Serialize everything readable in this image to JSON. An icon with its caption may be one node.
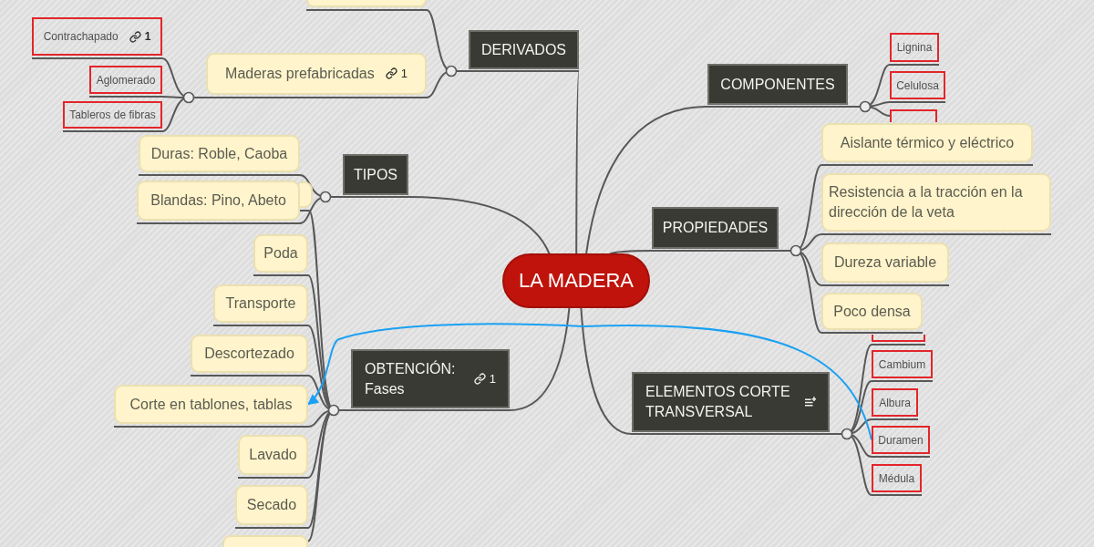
{
  "diagram": {
    "nodes": [
      {
        "text": [
          "LA MADERA"
        ]
      },
      {
        "text": [
          "DERIVADOS"
        ]
      },
      {
        "text": [],
        "shape": "box"
      },
      {
        "text": [
          "Maderas prefabricadas",
          "1"
        ]
      },
      {
        "text": [
          "Contrachapado",
          "1"
        ]
      },
      {
        "text": [
          "Aglomerado"
        ]
      },
      {
        "text": [
          "Tableros de fibras"
        ]
      },
      {
        "text": [
          "COMPONENTES"
        ]
      },
      {
        "text": [
          "Lignina"
        ]
      },
      {
        "text": [
          "Celulosa"
        ]
      },
      {
        "text": [],
        "shape": "box"
      },
      {
        "text": [
          "PROPIEDADES"
        ]
      },
      {
        "text": [
          "Aislante térmico y eléctrico"
        ]
      },
      {
        "text": [
          "Resistencia a la tracción en la dirección de la veta"
        ]
      },
      {
        "text": [
          "Dureza variable"
        ]
      },
      {
        "text": [
          "Poco densa"
        ]
      },
      {
        "text": [
          "TIPOS"
        ]
      },
      {
        "text": [
          "Duras: Roble, Caoba"
        ]
      },
      {
        "text": [
          "Blandas: Pino, Abeto"
        ]
      },
      {
        "text": [
          "OBTENCIÓN: Fases",
          "1"
        ]
      },
      {
        "text": [],
        "shape": "box"
      },
      {
        "text": [
          "Poda"
        ]
      },
      {
        "text": [
          "Transporte"
        ]
      },
      {
        "text": [
          "Descortezado"
        ]
      },
      {
        "text": [
          "Corte en tablones, tablas"
        ]
      },
      {
        "text": [
          "Lavado"
        ]
      },
      {
        "text": [
          "Secado"
        ]
      },
      {
        "text": [],
        "shape": "box"
      },
      {
        "text": [
          "ELEMENTOS CORTE TRANSVERSAL"
        ]
      },
      {
        "text": [],
        "shape": "box"
      },
      {
        "text": [
          "Cambium"
        ]
      },
      {
        "text": [
          "Albura"
        ]
      },
      {
        "text": [
          "Duramen"
        ]
      },
      {
        "text": [
          "Médula"
        ]
      }
    ],
    "edges": [
      {
        "from": 0,
        "to": 1,
        "arrow": "none"
      },
      {
        "from": 1,
        "to": 2,
        "arrow": "none"
      },
      {
        "from": 1,
        "to": 3,
        "arrow": "none"
      },
      {
        "from": 3,
        "to": 4,
        "arrow": "none"
      },
      {
        "from": 3,
        "to": 5,
        "arrow": "none"
      },
      {
        "from": 3,
        "to": 6,
        "arrow": "none"
      },
      {
        "from": 0,
        "to": 7,
        "arrow": "none"
      },
      {
        "from": 7,
        "to": 8,
        "arrow": "none"
      },
      {
        "from": 7,
        "to": 9,
        "arrow": "none"
      },
      {
        "from": 7,
        "to": 10,
        "arrow": "none"
      },
      {
        "from": 0,
        "to": 11,
        "arrow": "none"
      },
      {
        "from": 11,
        "to": 12,
        "arrow": "none"
      },
      {
        "from": 11,
        "to": 13,
        "arrow": "none"
      },
      {
        "from": 11,
        "to": 14,
        "arrow": "none"
      },
      {
        "from": 11,
        "to": 15,
        "arrow": "none"
      },
      {
        "from": 0,
        "to": 16,
        "arrow": "none"
      },
      {
        "from": 16,
        "to": 17,
        "arrow": "none"
      },
      {
        "from": 16,
        "to": 18,
        "arrow": "none"
      },
      {
        "from": 0,
        "to": 19,
        "arrow": "none"
      },
      {
        "from": 19,
        "to": 20,
        "arrow": "none"
      },
      {
        "from": 19,
        "to": 21,
        "arrow": "none"
      },
      {
        "from": 19,
        "to": 22,
        "arrow": "none"
      },
      {
        "from": 19,
        "to": 23,
        "arrow": "none"
      },
      {
        "from": 19,
        "to": 24,
        "arrow": "none"
      },
      {
        "from": 19,
        "to": 25,
        "arrow": "none"
      },
      {
        "from": 19,
        "to": 26,
        "arrow": "none"
      },
      {
        "from": 19,
        "to": 27,
        "arrow": "none"
      },
      {
        "from": 0,
        "to": 28,
        "arrow": "none"
      },
      {
        "from": 28,
        "to": 29,
        "arrow": "none"
      },
      {
        "from": 28,
        "to": 30,
        "arrow": "none"
      },
      {
        "from": 28,
        "to": 31,
        "arrow": "none"
      },
      {
        "from": 28,
        "to": 32,
        "arrow": "none"
      },
      {
        "from": 28,
        "to": 33,
        "arrow": "none"
      },
      {
        "from": 32,
        "to": 24,
        "arrow": "to",
        "color": "#1ba1f2"
      }
    ]
  }
}
